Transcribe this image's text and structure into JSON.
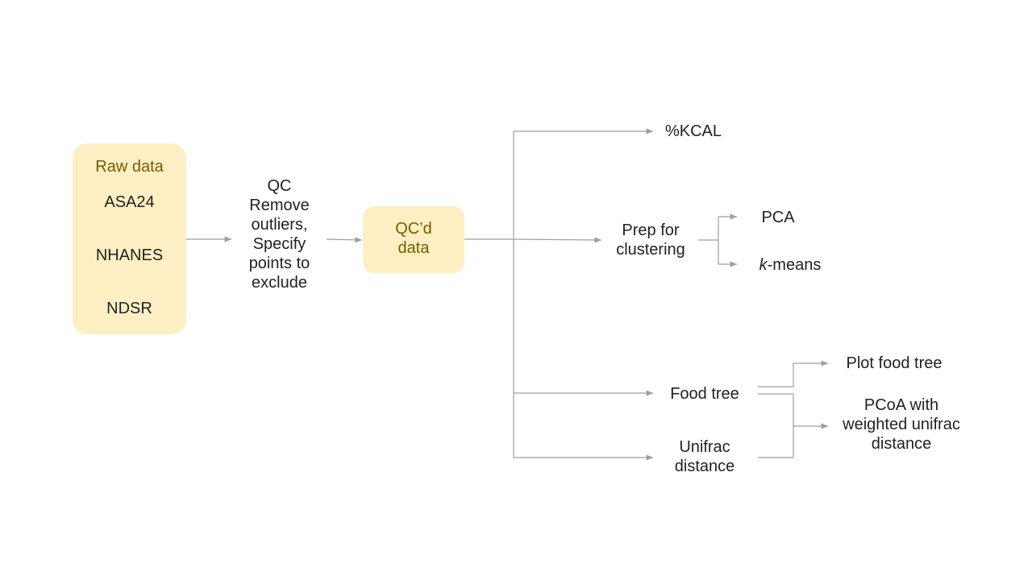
{
  "raw": {
    "title": "Raw data",
    "sources": [
      "ASA24",
      "NHANES",
      "NDSR"
    ]
  },
  "qc_step": {
    "lines": [
      "QC",
      "Remove",
      "outliers,",
      "Specify",
      "points to",
      "exclude"
    ]
  },
  "qcd": {
    "lines": [
      "QC’d",
      "data"
    ]
  },
  "outputs": {
    "kcal": "%KCAL",
    "prep": [
      "Prep for",
      "clustering"
    ],
    "pca": "PCA",
    "kmeans_italic": "k",
    "kmeans_rest": "-means",
    "food_tree": "Food tree",
    "unifrac": [
      "Unifrac",
      "distance"
    ],
    "plot_food_tree": "Plot food tree",
    "pcoa": [
      "PCoA with",
      "weighted unifrac",
      "distance"
    ]
  },
  "colors": {
    "box_fill": "#fdefc3",
    "title_text": "#7a5a00",
    "arrow": "#9e9e9e"
  }
}
